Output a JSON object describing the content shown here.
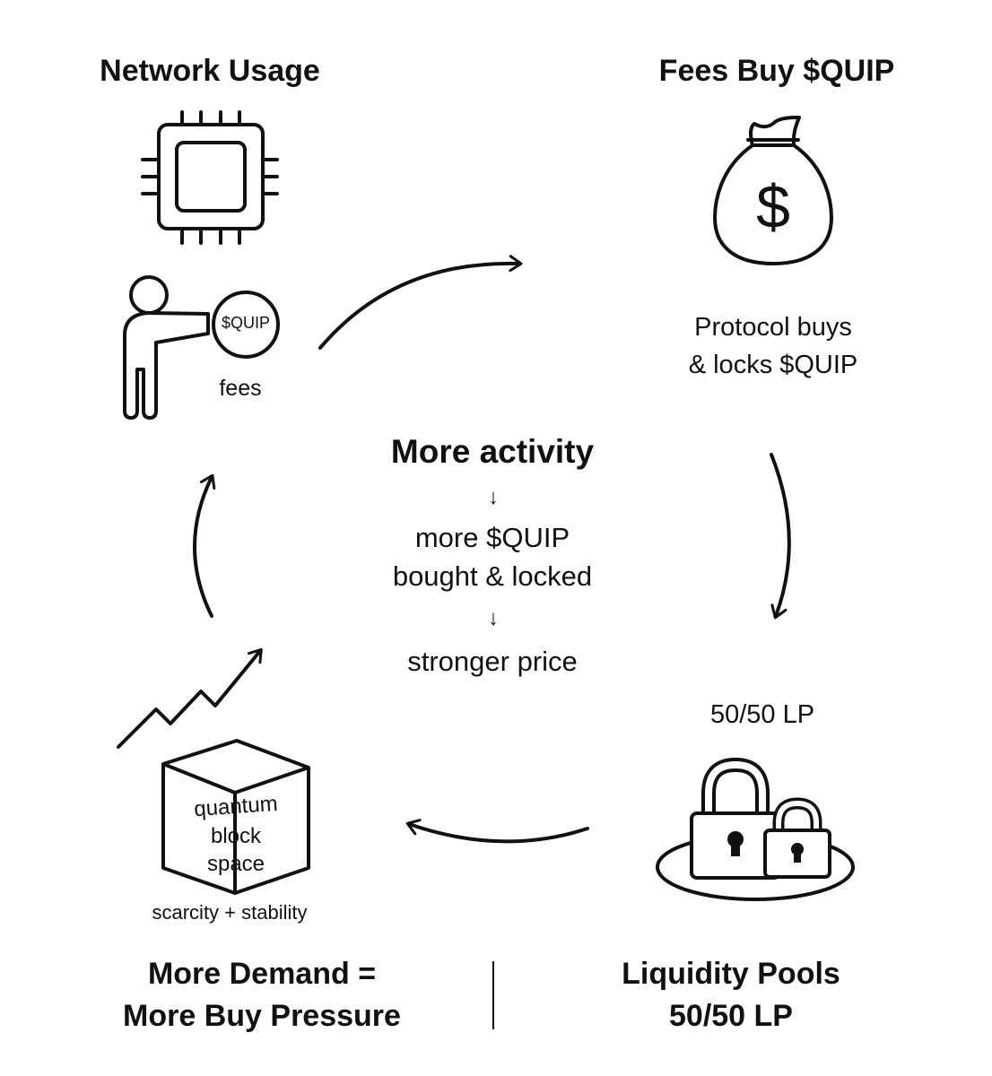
{
  "nodes": {
    "network_usage": {
      "title": "Network Usage",
      "coin_label": "$QUIP",
      "fees_label": "fees"
    },
    "fees_buy": {
      "title": "Fees Buy $QUIP",
      "dollar_sign": "$",
      "desc_line1": "Protocol buys",
      "desc_line2": "& locks $QUIP"
    },
    "liquidity": {
      "label": "50/50 LP"
    },
    "demand": {
      "cube_line1": "quantum",
      "cube_line2": "block",
      "cube_line3": "space",
      "caption": "scarcity + stability"
    }
  },
  "center": {
    "line1": "More activity",
    "arrow1": "↓",
    "line2": "more $QUIP",
    "line3": "bought & locked",
    "arrow2": "↓",
    "line4": "stronger price"
  },
  "bottom": {
    "left_line1": "More Demand =",
    "left_line2": "More Buy Pressure",
    "right_line1": "Liquidity Pools",
    "right_line2": "50/50 LP"
  },
  "icons": {
    "chip": "cpu-chip-icon",
    "person": "person-icon",
    "coin": "coin-icon",
    "money_bag": "money-bag-icon",
    "locks": "padlock-icon",
    "trend": "trend-up-icon",
    "cube": "cube-icon"
  },
  "colors": {
    "ink": "#111111",
    "background": "#ffffff"
  }
}
